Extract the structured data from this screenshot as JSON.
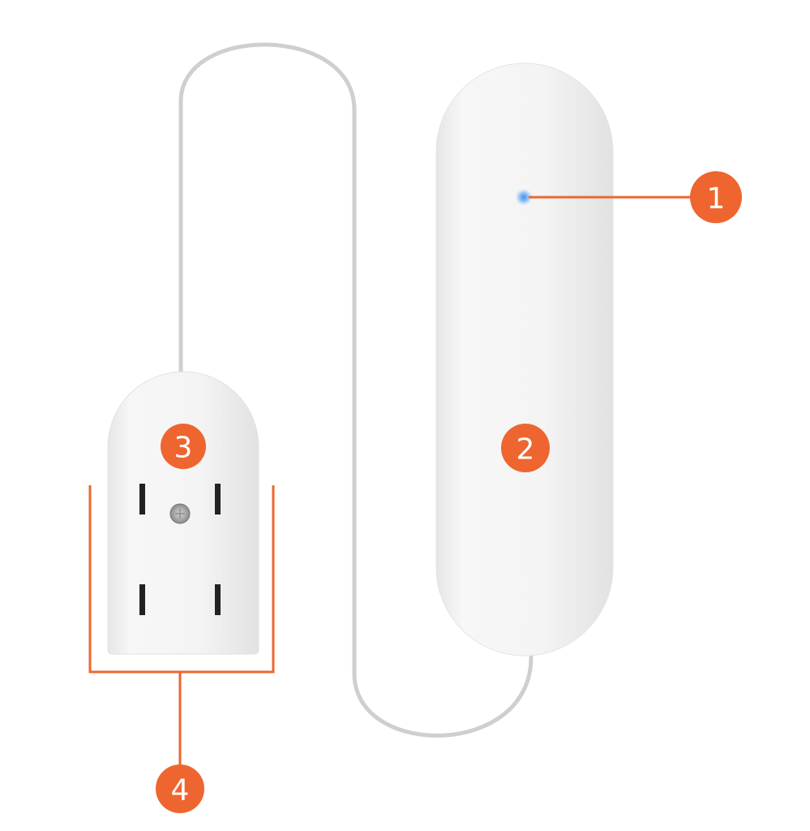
{
  "diagram": {
    "accent_color": "#ef6530",
    "led_color": "#3a8ff0",
    "callouts": [
      {
        "label": "1",
        "target": "status-led"
      },
      {
        "label": "2",
        "target": "sensor-body"
      },
      {
        "label": "3",
        "target": "sensor-pod"
      },
      {
        "label": "4",
        "target": "contacts"
      }
    ]
  }
}
